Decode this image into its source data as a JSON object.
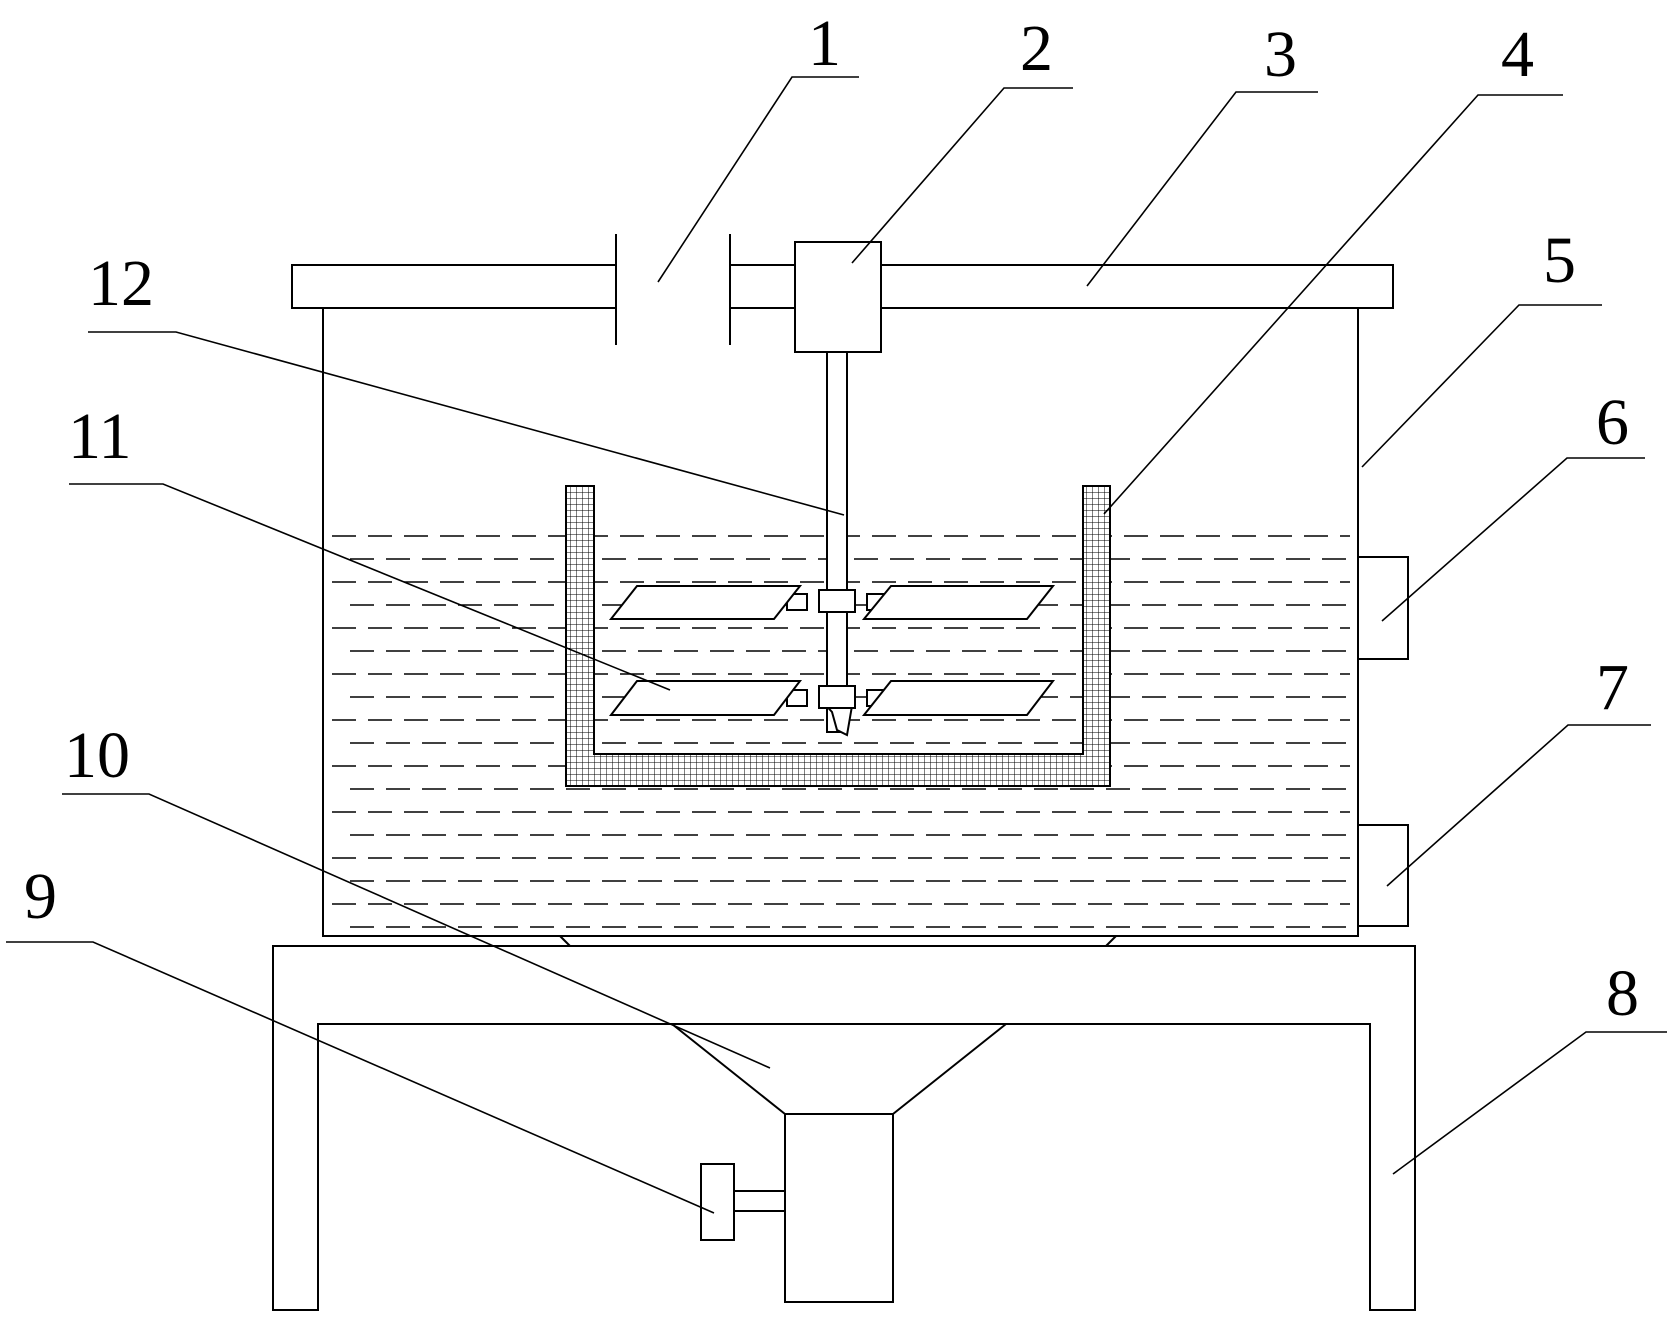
{
  "figure": {
    "labels": [
      {
        "id": "1",
        "text": "1"
      },
      {
        "id": "2",
        "text": "2"
      },
      {
        "id": "3",
        "text": "3"
      },
      {
        "id": "4",
        "text": "4"
      },
      {
        "id": "5",
        "text": "5"
      },
      {
        "id": "6",
        "text": "6"
      },
      {
        "id": "7",
        "text": "7"
      },
      {
        "id": "8",
        "text": "8"
      },
      {
        "id": "9",
        "text": "9"
      },
      {
        "id": "10",
        "text": "10"
      },
      {
        "id": "11",
        "text": "11"
      },
      {
        "id": "12",
        "text": "12"
      }
    ],
    "colors": {
      "line": "#000000",
      "background": "#ffffff"
    }
  }
}
